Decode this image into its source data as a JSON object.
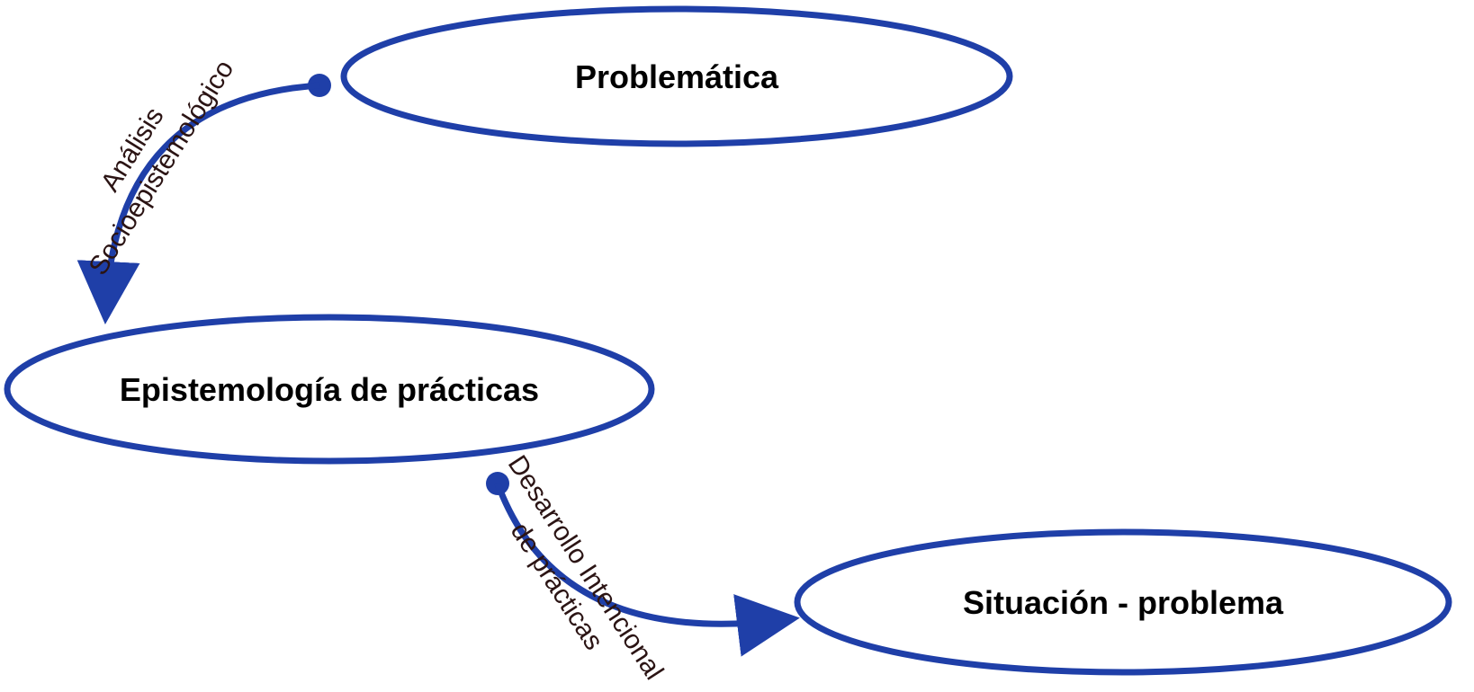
{
  "colors": {
    "accent": "#1f3fa8",
    "node_fill": "#ffffff",
    "text": "#000000",
    "edge_text": "#2b1414"
  },
  "nodes": {
    "problematica": {
      "label": "Problemática"
    },
    "epistemologia": {
      "label": "Epistemología de prácticas"
    },
    "situacion": {
      "label": "Situación - problema"
    }
  },
  "edges": {
    "analisis": {
      "label_line1": "Análisis",
      "label_line2": "Socioepistemológico"
    },
    "desarrollo": {
      "label_line1": "Desarrollo Intencional",
      "label_line2": "de prácticas"
    }
  }
}
